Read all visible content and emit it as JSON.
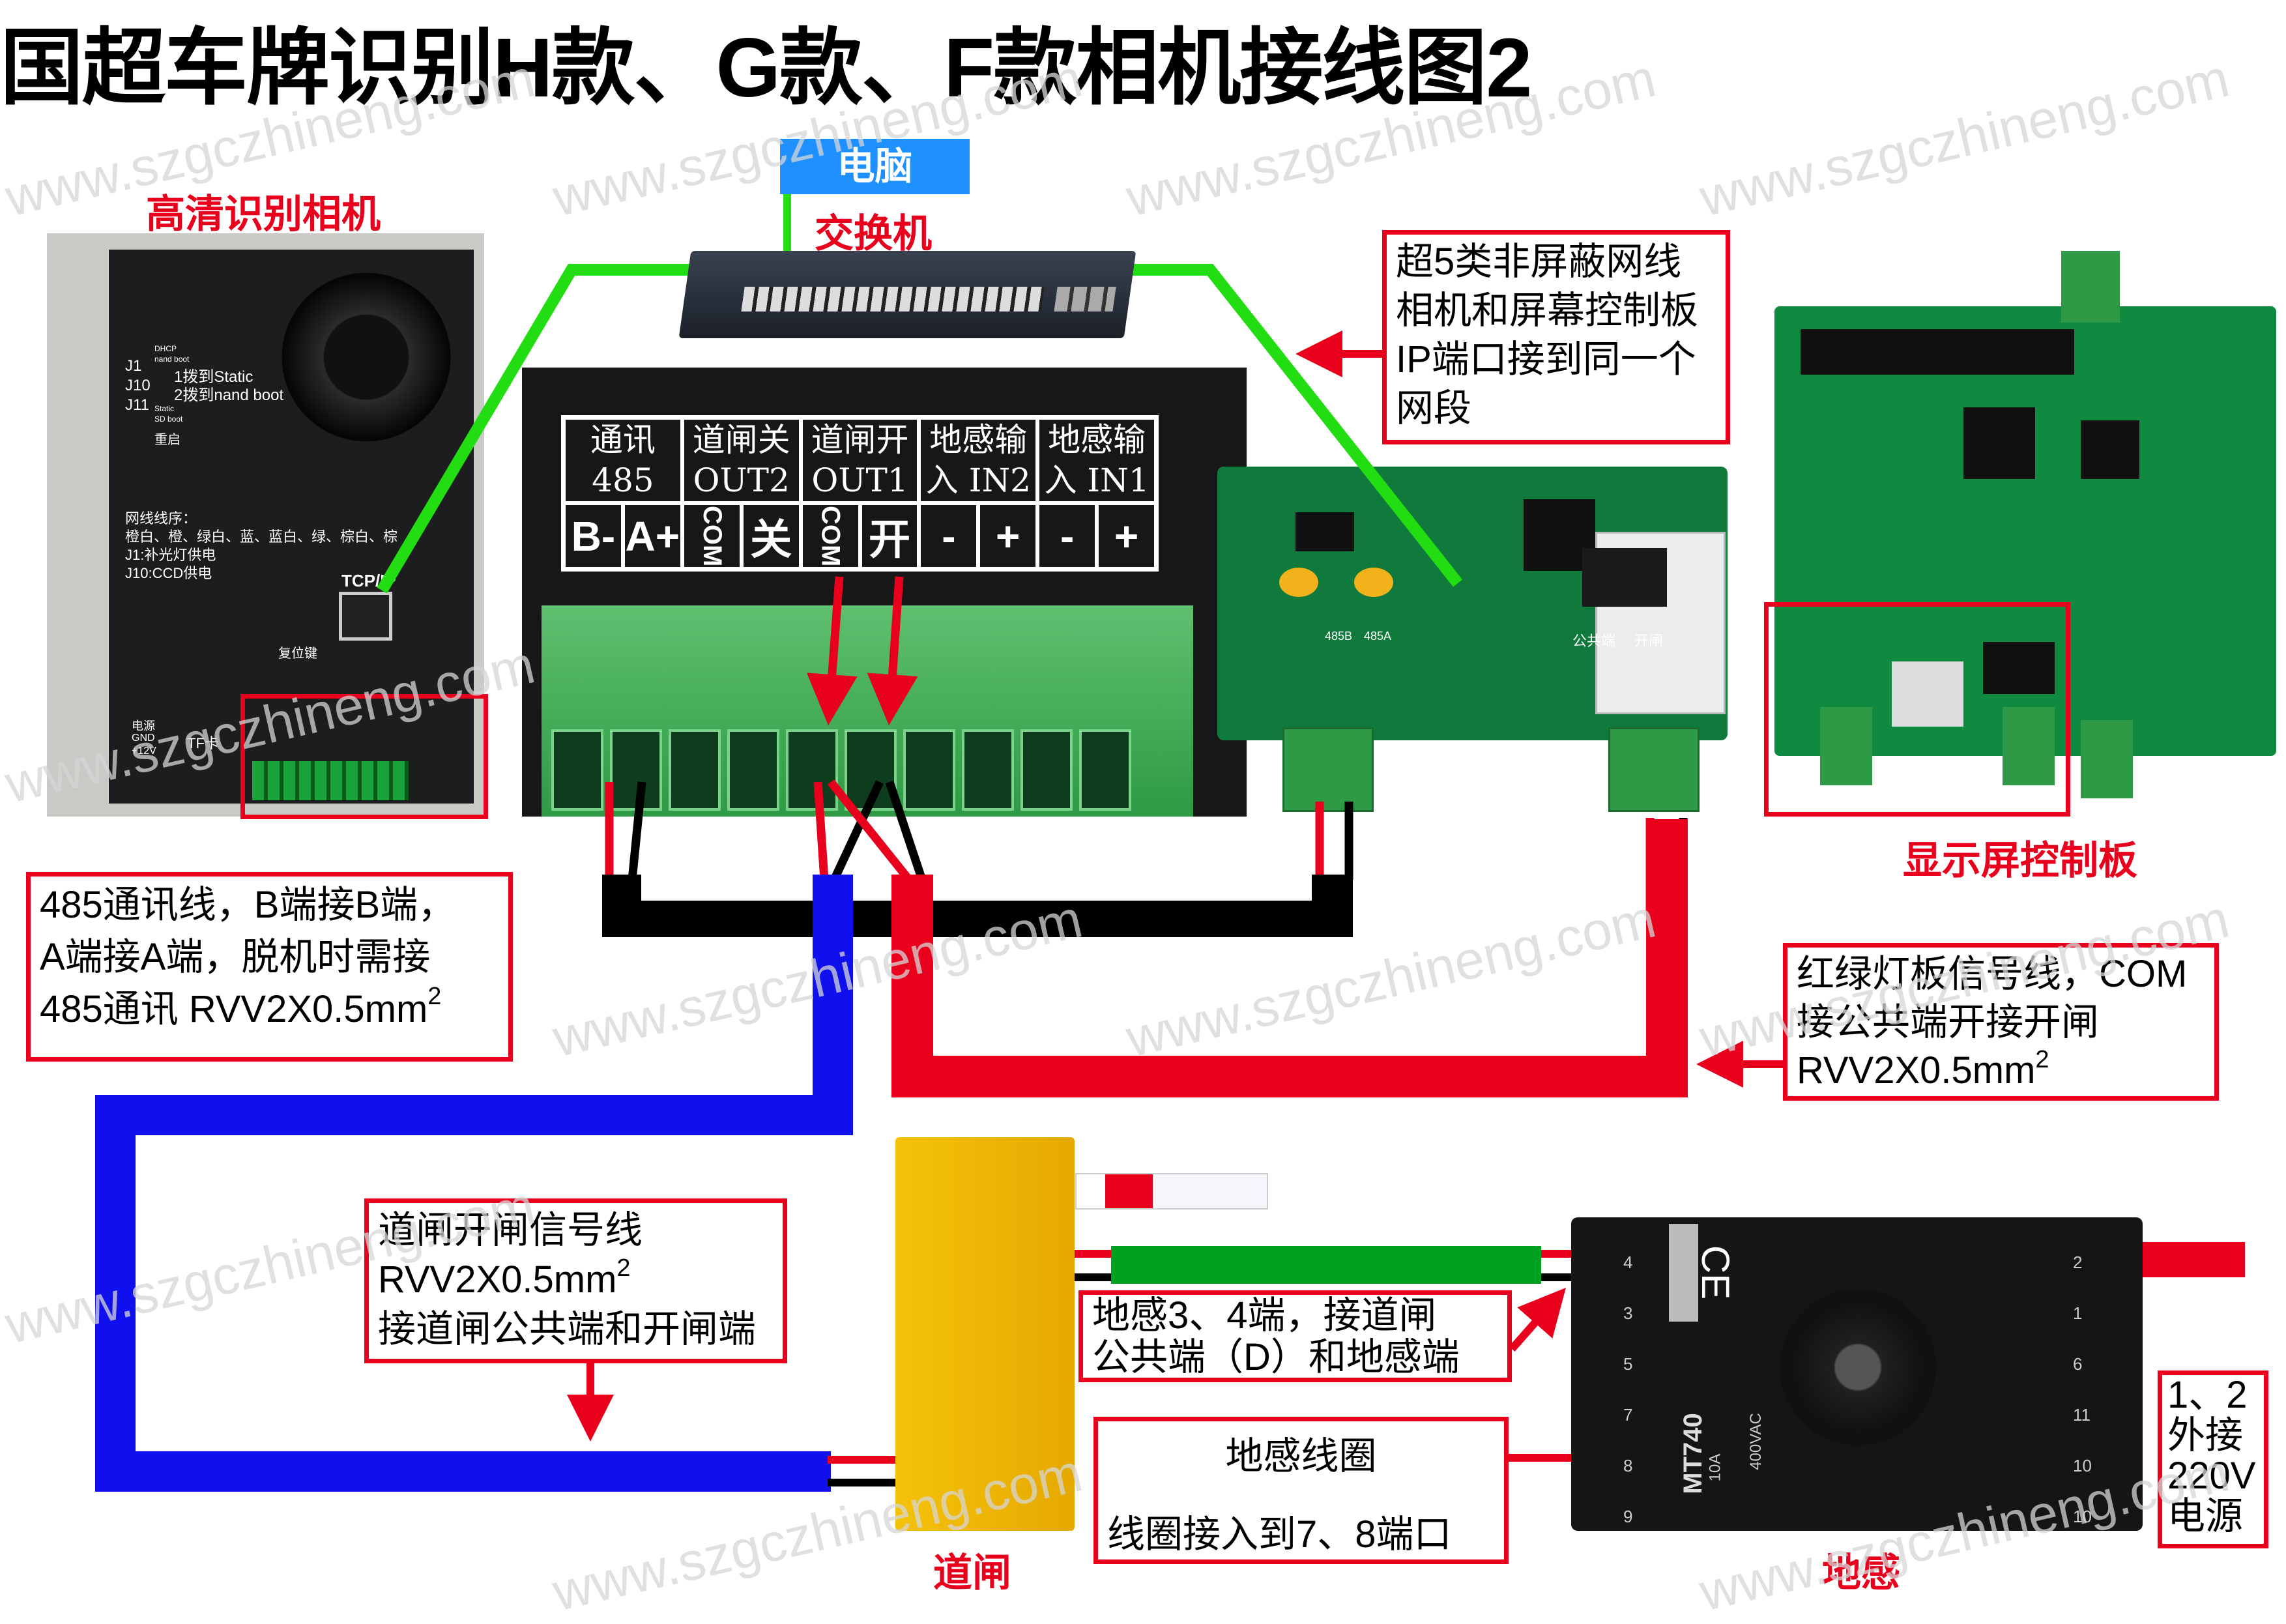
{
  "title": "国超车牌识别H款、G款、F款相机接线图2",
  "watermark": "www.szgczhineng.com",
  "labels": {
    "pc": "电脑",
    "switch": "交换机",
    "camera": "高清识别相机",
    "display_board": "显示屏控制板",
    "barrier": "道闸",
    "loop_detector": "地感"
  },
  "callouts": {
    "network": [
      "超5类非屏蔽网线",
      "相机和屏幕控制板",
      "IP端口接到同一个",
      "网段"
    ],
    "rs485": {
      "line1": "485通讯线，B端接B端，",
      "line2": "A端接A端，脱机时需接",
      "line3": "485通讯 RVV2X0.5mm",
      "sup": "2"
    },
    "traffic_light": {
      "line1": "红绿灯板信号线，COM",
      "line2": "接公共端开接开闸",
      "line3": "RVV2X0.5mm",
      "sup": "2"
    },
    "gate_signal": {
      "line1": "道闸开闸信号线",
      "line2": "RVV2X0.5mm",
      "sup": "2",
      "line3": "接道闸公共端和开闸端"
    },
    "loop_terminals": [
      "地感3、4端，接道闸",
      "公共端（D）和地感端"
    ],
    "loop_coil": {
      "title": "地感线圈",
      "body": "线圈接入到7、8端口"
    },
    "power": [
      "1、2",
      "外接",
      "220V",
      "电源"
    ]
  },
  "terminal_panel": {
    "headers": [
      [
        "通讯",
        "485"
      ],
      [
        "道闸关",
        "OUT2"
      ],
      [
        "道闸开",
        "OUT1"
      ],
      [
        "地感输",
        "入 IN2"
      ],
      [
        "地感输",
        "入 IN1"
      ]
    ],
    "pins": [
      "B-",
      "A+",
      "COM",
      "关",
      "COM",
      "开",
      "-",
      "+",
      "-",
      "+"
    ]
  },
  "camera_photo": {
    "jumpers": [
      "J1",
      "J10",
      "J11"
    ],
    "dip_labels": [
      "DHCP",
      "nand boot",
      "Static",
      "SD boot"
    ],
    "dip_note1": "1拨到Static",
    "dip_note2": "2拨到nand boot",
    "restart": "重启",
    "wiring_title": "网线线序：",
    "wiring_order": "橙白、橙、绿白、蓝、蓝白、绿、棕白、棕",
    "j1_note": "J1:补光灯供电",
    "j10_note": "J10:CCD供电",
    "port": "TCP/IP",
    "reset": "复位键",
    "power": "电源",
    "gnd": "GND",
    "v12": "+12V",
    "tf": "TF卡"
  },
  "green_board": {
    "pins": [
      "485B",
      "485A"
    ],
    "labels": [
      "公共端",
      "开闸"
    ]
  },
  "loop_detector_photo": {
    "model": "MT740",
    "rating1": "10A",
    "rating2": "400VAC",
    "ce": "CE",
    "left_pins": [
      "4",
      "3",
      "5",
      "7",
      "8",
      "9"
    ],
    "right_pins": [
      "2",
      "1",
      "6",
      "11",
      "10",
      "10"
    ]
  },
  "colors": {
    "accent_red": "#e8001c",
    "net_green": "#22dd11",
    "wire_blue": "#1010ee",
    "pc_blue": "#1e90ff"
  }
}
